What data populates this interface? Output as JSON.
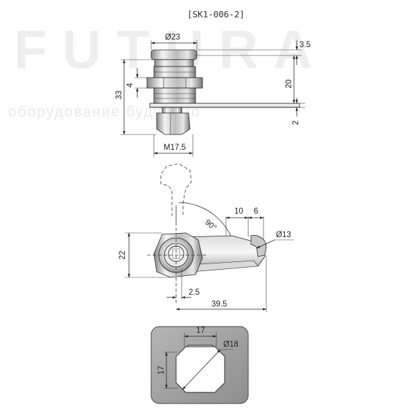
{
  "model_code": "[SK1-006-2]",
  "watermark": {
    "brand": "FUTURA",
    "tagline": "оборудование будущего"
  },
  "dimensions": {
    "head_diameter": "Ø23",
    "top_offset": "3.5",
    "nut_height": "4",
    "body_height": "33",
    "cam_height": "20",
    "cam_thickness": "2",
    "thread": "M17.5",
    "angle": "90°",
    "cam_gap": "10",
    "cam_tip": "6",
    "cam_hole": "Ø13",
    "nut_width": "22",
    "cam_offset": "2.5",
    "cam_length": "39.5",
    "cutout_width": "17",
    "cutout_diameter": "Ø18",
    "cutout_height": "17"
  },
  "colors": {
    "line": "#222222",
    "metal_light": "#f2f2f2",
    "metal_dark": "#9a9a9a",
    "plate": "#9c9c9c"
  }
}
